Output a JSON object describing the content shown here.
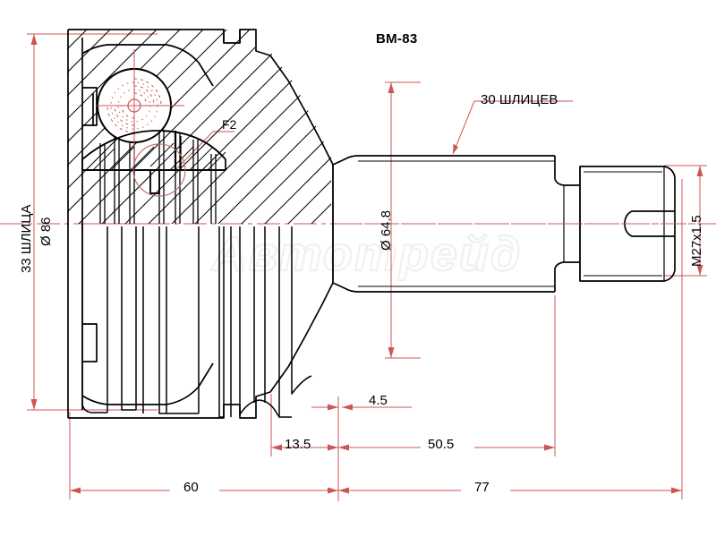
{
  "drawing": {
    "title": "BM-83",
    "part_type": "cv-joint-outer",
    "watermark": "Автотрейд",
    "colors": {
      "outline": "#000000",
      "dimension": "#cc5555",
      "centerline": "#c06060",
      "detail_circle": "#c87070",
      "watermark": "#f0f0f0",
      "background": "#ffffff"
    }
  },
  "annotations": {
    "spline_outer": "33 ШЛИЦА",
    "diameter_outer": "Ø 86",
    "spline_inner": "30 ШЛИЦЕВ",
    "diameter_shaft": "Ø 64.8",
    "thread": "M27x1.5",
    "detail_callout": "F2"
  },
  "dimensions": {
    "groove_width": "4.5",
    "shoulder_length": "13.5",
    "shaft_length": "50.5",
    "joint_length": "60",
    "stem_length": "77"
  }
}
